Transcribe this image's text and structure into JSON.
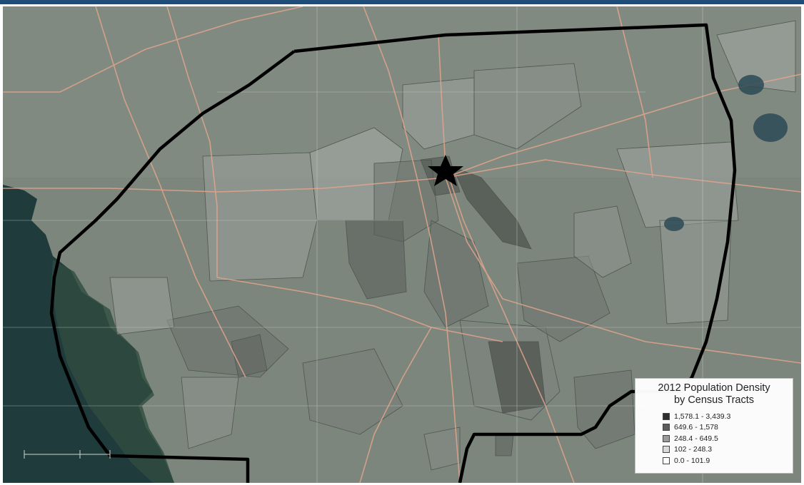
{
  "legend": {
    "title_line1": "2012 Population Density",
    "title_line2": "by Census Tracts",
    "classes": [
      {
        "label": "1,578.1 - 3,439.3",
        "color": "#2e2e2e"
      },
      {
        "label": "649.6 - 1,578",
        "color": "#5c5c5c"
      },
      {
        "label": "248.4 - 649.5",
        "color": "#9a9a9a"
      },
      {
        "label": "102 - 248.3",
        "color": "#d9d9d9"
      },
      {
        "label": "0.0 - 101.9",
        "color": "#ffffff"
      }
    ]
  },
  "markers": {
    "center": "star-icon"
  },
  "colors": {
    "frame_bar": "#1f4d7a",
    "boundary": "#000000",
    "roads": "#e2a58c",
    "water": "#1e3a3c"
  }
}
